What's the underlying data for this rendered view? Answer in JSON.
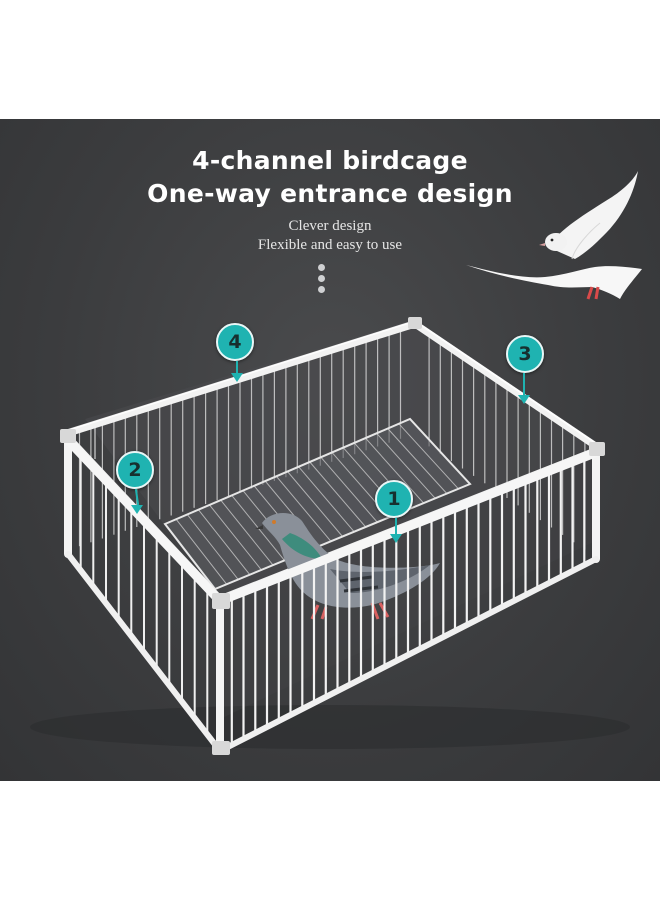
{
  "headline": {
    "line1": "4-channel birdcage",
    "line2": "One-way entrance design"
  },
  "subtitle": {
    "line1": "Clever design",
    "line2": "Flexible and easy to use"
  },
  "markers": [
    {
      "id": "1",
      "label": "1"
    },
    {
      "id": "2",
      "label": "2"
    },
    {
      "id": "3",
      "label": "3"
    },
    {
      "id": "4",
      "label": "4"
    }
  ],
  "colors": {
    "background": "#3b3c3e",
    "accent": "#1fb3b1",
    "cage_frame": "#f2f2f2",
    "text": "#ffffff"
  },
  "icons": [
    "flying-dove-icon",
    "pigeon-icon",
    "ellipsis-dots-icon"
  ]
}
